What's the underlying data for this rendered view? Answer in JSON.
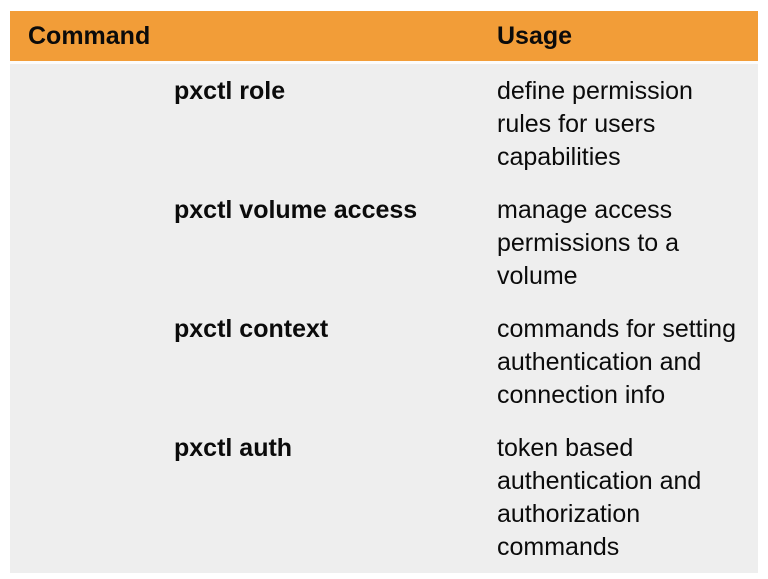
{
  "table": {
    "columns": [
      {
        "label": "Command"
      },
      {
        "label": "Usage"
      }
    ],
    "rows": [
      {
        "command": "pxctl role",
        "usage": "define permission rules for users capabilities"
      },
      {
        "command": "pxctl volume access",
        "usage": "manage access permissions to a volume"
      },
      {
        "command": "pxctl context",
        "usage": "commands for setting authentication and connection info"
      },
      {
        "command": "pxctl auth",
        "usage": "token based authentication and authorization commands"
      }
    ]
  },
  "colors": {
    "header_bg": "#F29D38",
    "body_bg": "#EEEEEE",
    "text": "#0B0B0B"
  }
}
